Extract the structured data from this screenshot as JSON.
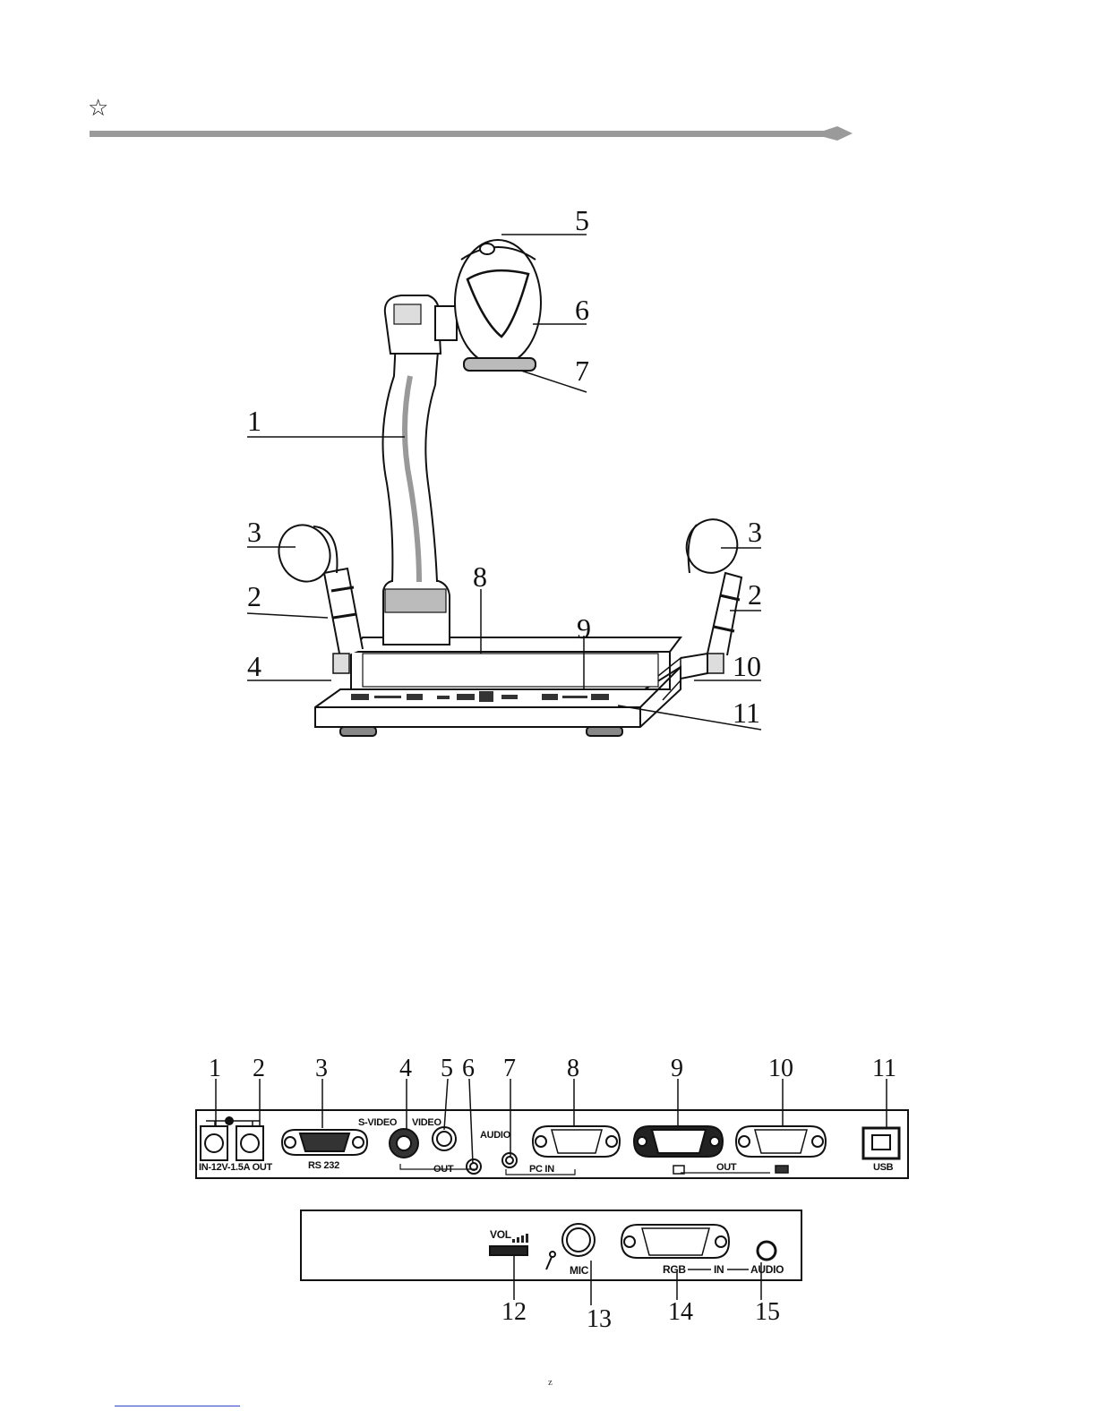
{
  "header": {
    "star_icon": "star-outline-icon"
  },
  "camera_figure": {
    "callouts": [
      "1",
      "2",
      "3",
      "4",
      "5",
      "6",
      "7",
      "8",
      "9",
      "10",
      "11",
      "3",
      "2"
    ]
  },
  "rear_panel": {
    "callouts": [
      "1",
      "2",
      "3",
      "4",
      "5",
      "6",
      "7",
      "8",
      "9",
      "10",
      "11"
    ],
    "labels": {
      "dc": "IN-12V-1.5A OUT",
      "rs232": "RS 232",
      "svideo": "S-VIDEO",
      "video": "VIDEO",
      "audio": "AUDIO",
      "out1": "OUT",
      "pcin": "PC IN",
      "out2": "OUT",
      "usb": "USB"
    }
  },
  "side_panel": {
    "callouts": [
      "12",
      "13",
      "14",
      "15"
    ],
    "labels": {
      "vol": "VOL",
      "mic": "MIC",
      "rgb": "RGB",
      "in": "IN",
      "audio": "AUDIO"
    }
  },
  "footer": {
    "page_mark": "z"
  }
}
